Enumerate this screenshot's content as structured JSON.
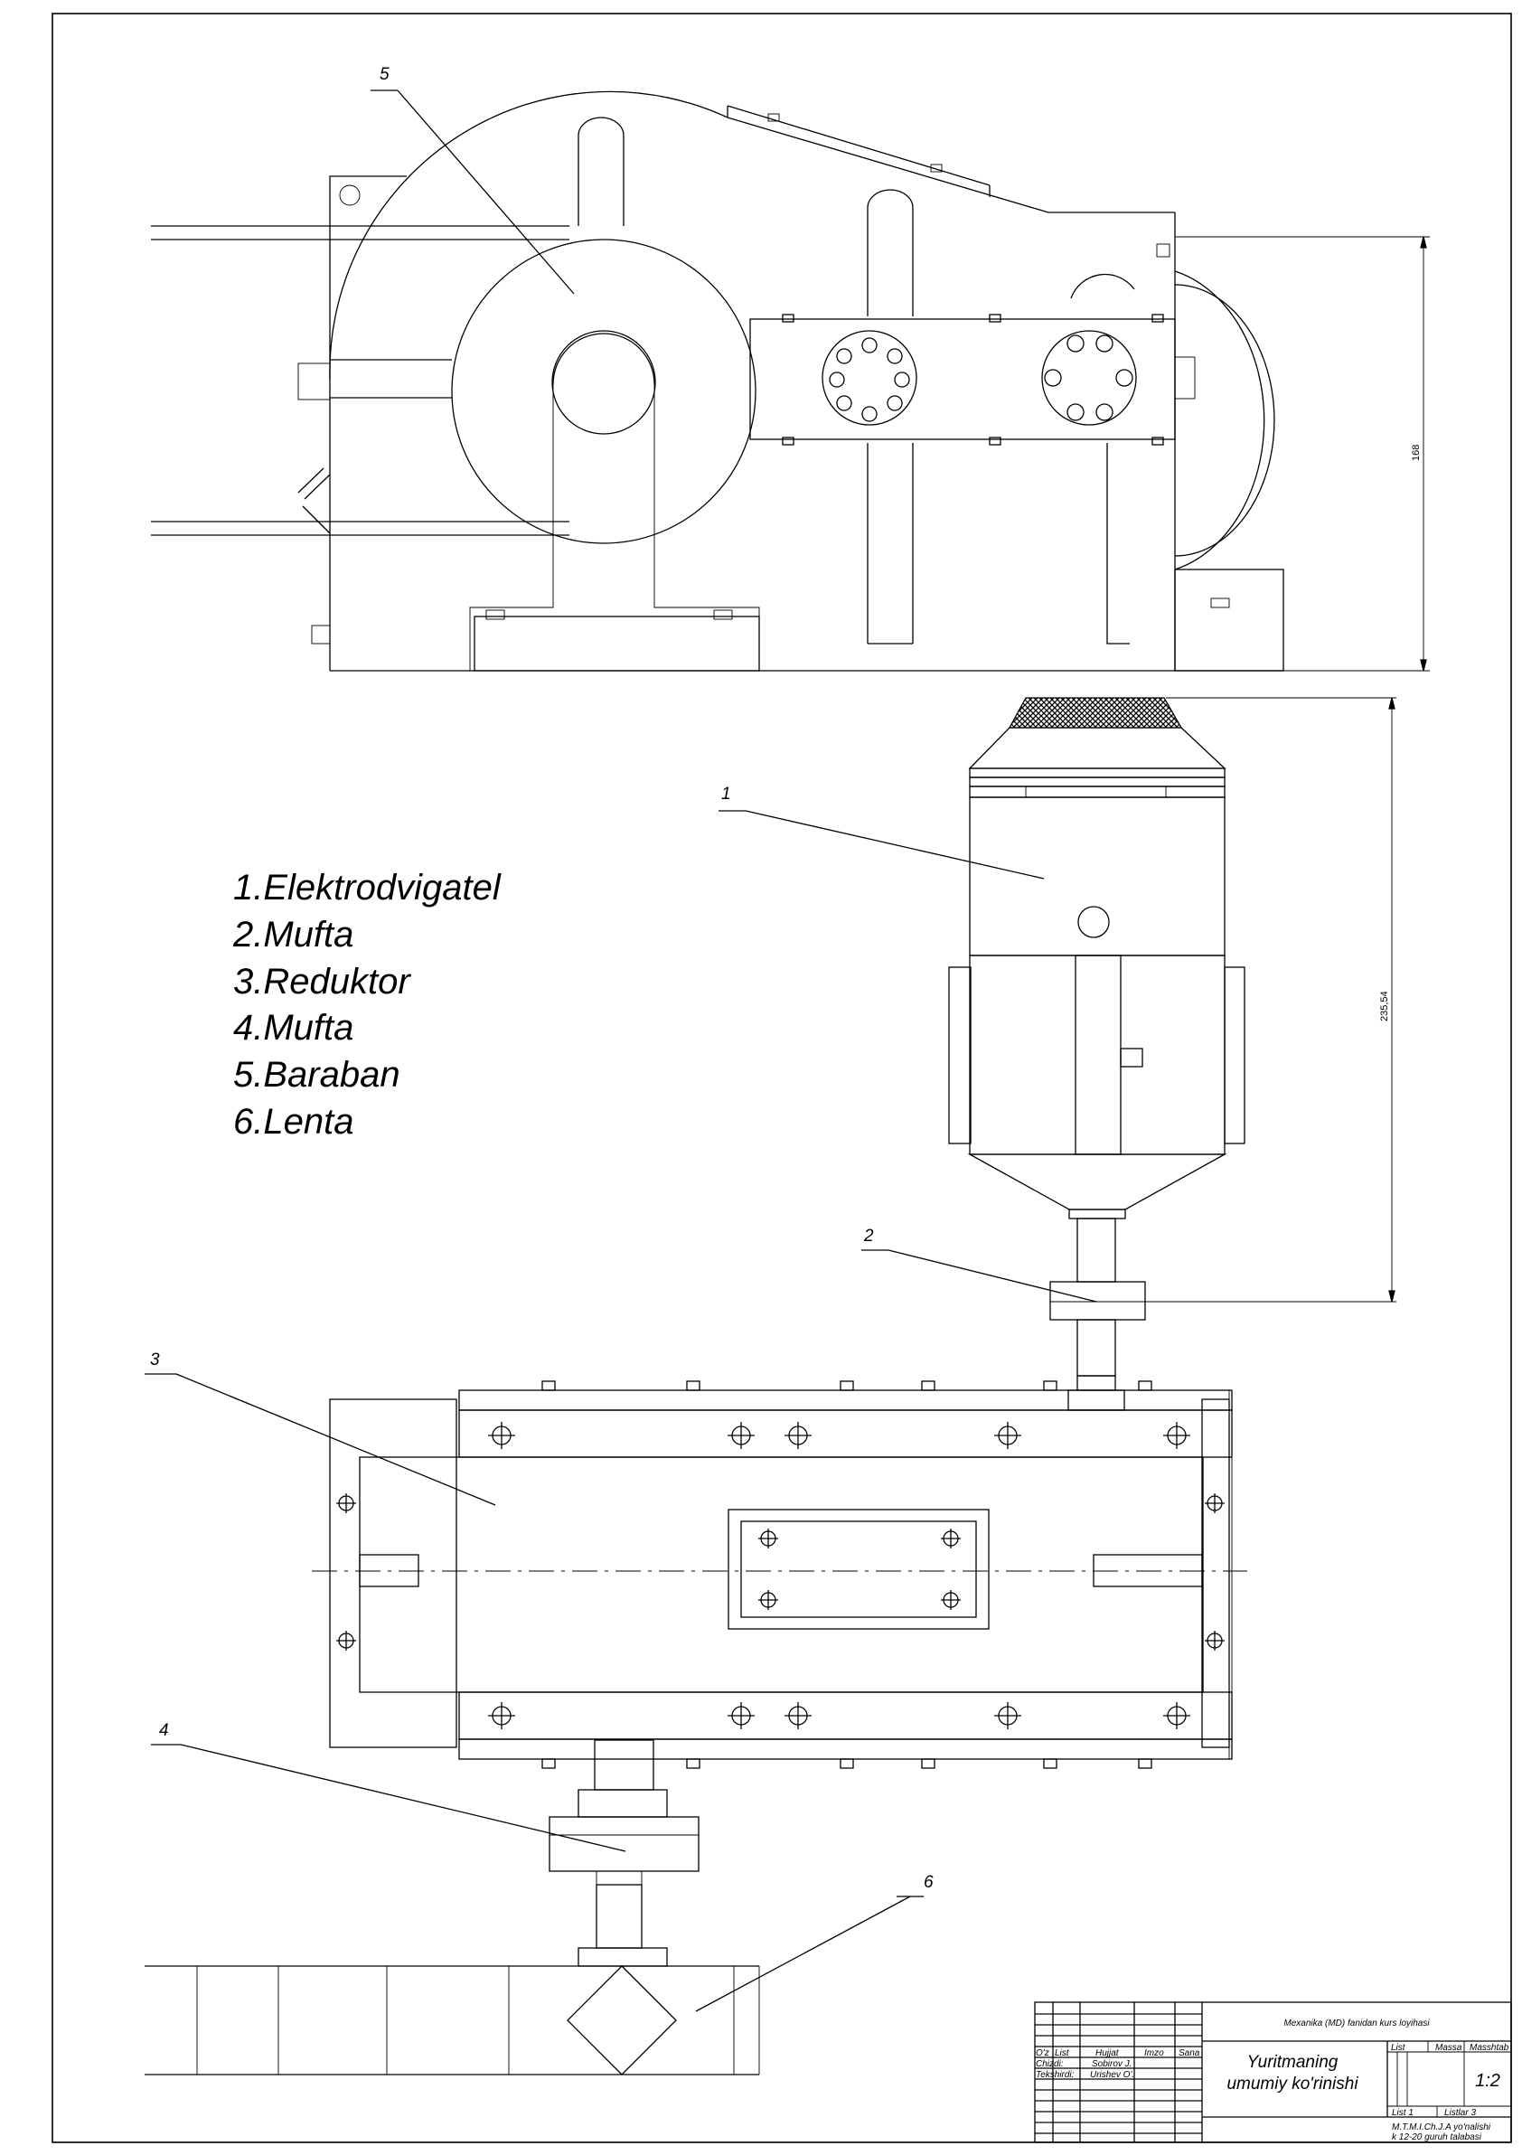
{
  "legend": {
    "items": [
      "1.Elektrodvigatel",
      "2.Mufta",
      "3.Reduktor",
      "4.Mufta",
      "5.Baraban",
      "6.Lenta"
    ]
  },
  "callouts": [
    "1",
    "2",
    "3",
    "4",
    "5",
    "6"
  ],
  "dimensions": {
    "top_height": "168",
    "motor_height": "235,54"
  },
  "title_block": {
    "course": "Mexanika (MD) fanidan kurs loyihasi",
    "title_line1": "Yuritmaning",
    "title_line2": "umumiy ko'rinishi",
    "col_oz": "O'z",
    "col_list": "List",
    "col_hujjat": "Hujjat",
    "col_imzo": "Imzo",
    "col_sana": "Sana",
    "row_chizdi": "Chizdi:",
    "row_tekshirdi": "Tekshirdi:",
    "name_chizdi": "Sobirov J.",
    "name_tekshirdi": "Urishev O'.",
    "hdr_list": "List",
    "hdr_massa": "Massa",
    "hdr_masshtab": "Masshtab",
    "scale": "1:2",
    "list_no": "List 1",
    "listlar": "Listlar 3",
    "org_line1": "M.T.M.I.Ch.J.A yo'nalishi",
    "org_line2": "k 12-20 guruh talabasi"
  }
}
